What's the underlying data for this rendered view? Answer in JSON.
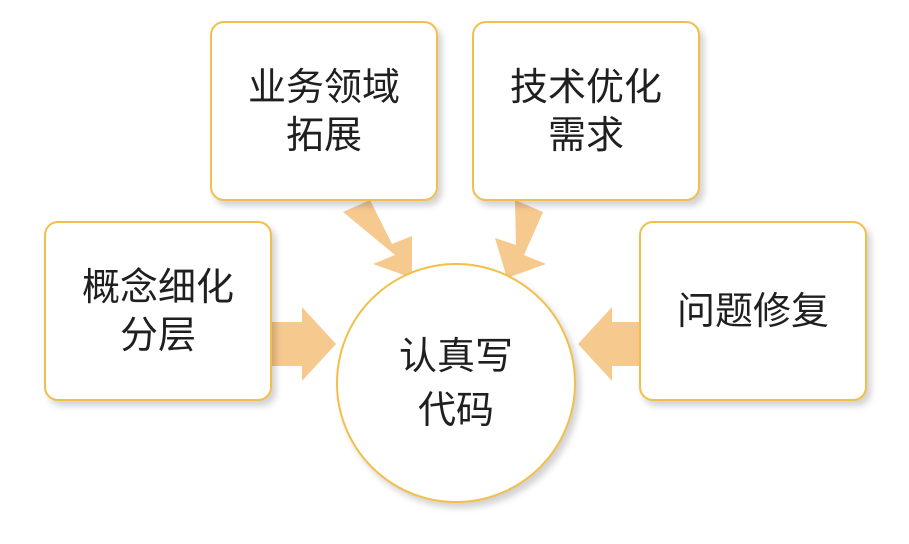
{
  "center": {
    "text": "认真写\n代码"
  },
  "boxes": {
    "business": {
      "text": "业务领域\n拓展"
    },
    "tech": {
      "text": "技术优化\n需求"
    },
    "concept": {
      "text": "概念细化\n分层"
    },
    "bugfix": {
      "text": "问题修复"
    }
  },
  "colors": {
    "border": "#f2c04a",
    "arrow": "#f6c98f"
  }
}
